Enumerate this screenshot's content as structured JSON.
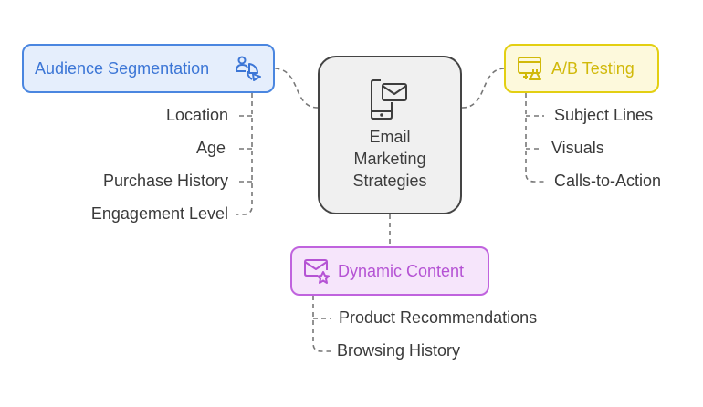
{
  "diagram": {
    "center": {
      "label_lines": [
        "Email",
        "Marketing",
        "Strategies"
      ],
      "icon": "mobile-email-icon"
    },
    "branches": [
      {
        "id": "audience",
        "label": "Audience Segmentation",
        "icon": "audience-segment-icon",
        "color": "#3c76d6",
        "items": [
          "Location",
          "Age",
          "Purchase History",
          "Engagement Level"
        ]
      },
      {
        "id": "ab",
        "label": "A/B Testing",
        "icon": "ab-testing-icon",
        "color": "#d1b90a",
        "items": [
          "Subject Lines",
          "Visuals",
          "Calls-to-Action"
        ]
      },
      {
        "id": "dynamic",
        "label": "Dynamic Content",
        "icon": "email-star-icon",
        "color": "#b553d4",
        "items": [
          "Product Recommendations",
          "Browsing History"
        ]
      }
    ]
  }
}
